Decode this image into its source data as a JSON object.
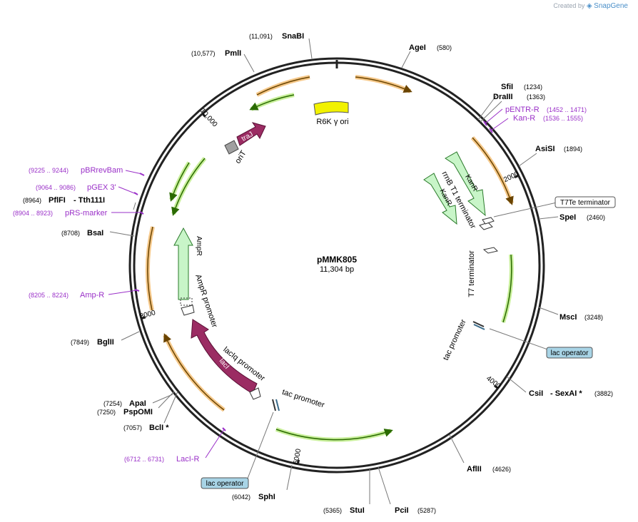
{
  "credit": {
    "created_by": "Created by",
    "brand": "SnapGene"
  },
  "plasmid": {
    "name": "pMMK805",
    "size": "11,304 bp",
    "length_bp": 11304
  },
  "ticks": [
    {
      "bp": 2000,
      "label": "2000"
    },
    {
      "bp": 4000,
      "label": "4000"
    },
    {
      "bp": 6000,
      "label": "6000"
    },
    {
      "bp": 8000,
      "label": "8000"
    },
    {
      "bp": 10000,
      "label": "10,000"
    }
  ],
  "sites": [
    {
      "name": "AgeI",
      "pos": "(580)"
    },
    {
      "name": "SfiI",
      "pos": "(1234)"
    },
    {
      "name": "DraIII",
      "pos": "(1363)"
    },
    {
      "name": "AsiSI",
      "pos": "(1894)"
    },
    {
      "name": "SpeI",
      "pos": "(2460)"
    },
    {
      "name": "MscI",
      "pos": "(3248)"
    },
    {
      "name": "CsiI",
      "extra": "- SexAI *",
      "pos": "(3882)"
    },
    {
      "name": "AflII",
      "pos": "(4626)"
    },
    {
      "name": "PciI",
      "pos": "(5287)"
    },
    {
      "name": "StuI",
      "pos": "(5365)"
    },
    {
      "name": "SphI",
      "pos": "(6042)"
    },
    {
      "name": "BclI *",
      "pos": "(7057)"
    },
    {
      "name": "PspOMI",
      "pos": "(7250)"
    },
    {
      "name": "ApaI",
      "pos": "(7254)"
    },
    {
      "name": "BglII",
      "pos": "(7849)"
    },
    {
      "name": "BsaI",
      "pos": "(8708)"
    },
    {
      "name": "PflFI",
      "extra": "- Tth111I",
      "pos": "(8964)"
    },
    {
      "name": "PmlI",
      "pos": "(10,577)"
    },
    {
      "name": "SnaBI",
      "pos": "(11,091)"
    }
  ],
  "primers": [
    {
      "name": "pENTR-R",
      "range": "(1452 .. 1471)"
    },
    {
      "name": "Kan-R",
      "range": "(1536 .. 1555)"
    },
    {
      "name": "Amp-R",
      "range": "(8205 .. 8224)"
    },
    {
      "name": "LacI-R",
      "range": "(6712 .. 6731)"
    },
    {
      "name": "pBRrevBam",
      "range": "(9225 .. 9244)"
    },
    {
      "name": "pGEX 3'",
      "range": "(9064 .. 9086)"
    },
    {
      "name": "pRS-marker",
      "range": "(8904 .. 8923)"
    }
  ],
  "features": [
    {
      "name": "R6K γ ori"
    },
    {
      "name": "traJ"
    },
    {
      "name": "oriT"
    },
    {
      "name": "KanR"
    },
    {
      "name": "KanR"
    },
    {
      "name": "rrnB T1 terminator"
    },
    {
      "name": "T7Te terminator"
    },
    {
      "name": "T7 terminator"
    },
    {
      "name": "tac promoter"
    },
    {
      "name": "lac operator"
    },
    {
      "name": "AmpR"
    },
    {
      "name": "AmpR promoter"
    },
    {
      "name": "lacIq promoter"
    },
    {
      "name": "lacI"
    },
    {
      "name": "tac promoter"
    },
    {
      "name": "lac operator"
    }
  ],
  "colors": {
    "backbone": "#222222",
    "orf_orange": "#f5c88a",
    "orf_green": "#c8ef9a",
    "origin": "#f2f200",
    "maroon": "#9b2c63",
    "marker": "#c8f5c8",
    "primer": "#9a30c8",
    "operator": "#a8d4e6"
  }
}
